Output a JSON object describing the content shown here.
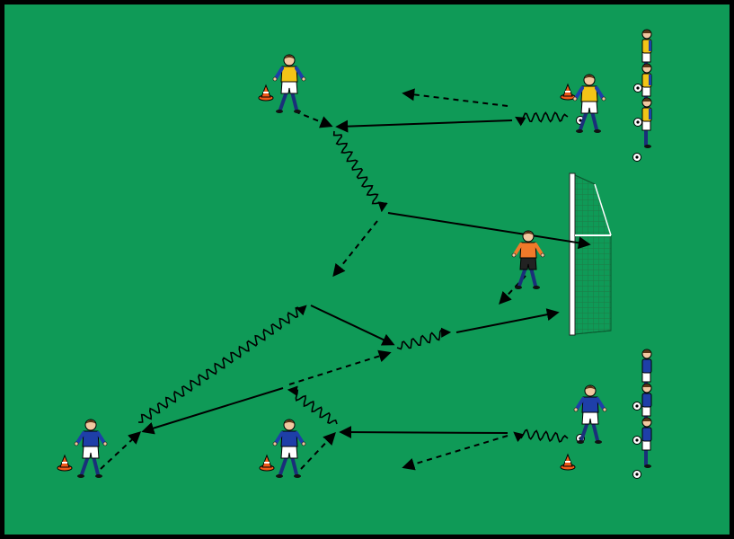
{
  "colors": {
    "border": "#000000",
    "pitch": "#0f9a57",
    "team_a_bib": "#f2c417",
    "team_b_shirt": "#1e3fa8",
    "goalkeeper": "#f07a2a",
    "shorts": "#ffffff",
    "socks": "#1a2f7a",
    "cone": "#f05a1a",
    "ball": "#ffffff",
    "net": "#1d7a45",
    "arrow": "#000000"
  },
  "legend": {
    "solid_arrow": "pass",
    "dashed_arrow": "run",
    "wavy_arrow": "dribble"
  }
}
